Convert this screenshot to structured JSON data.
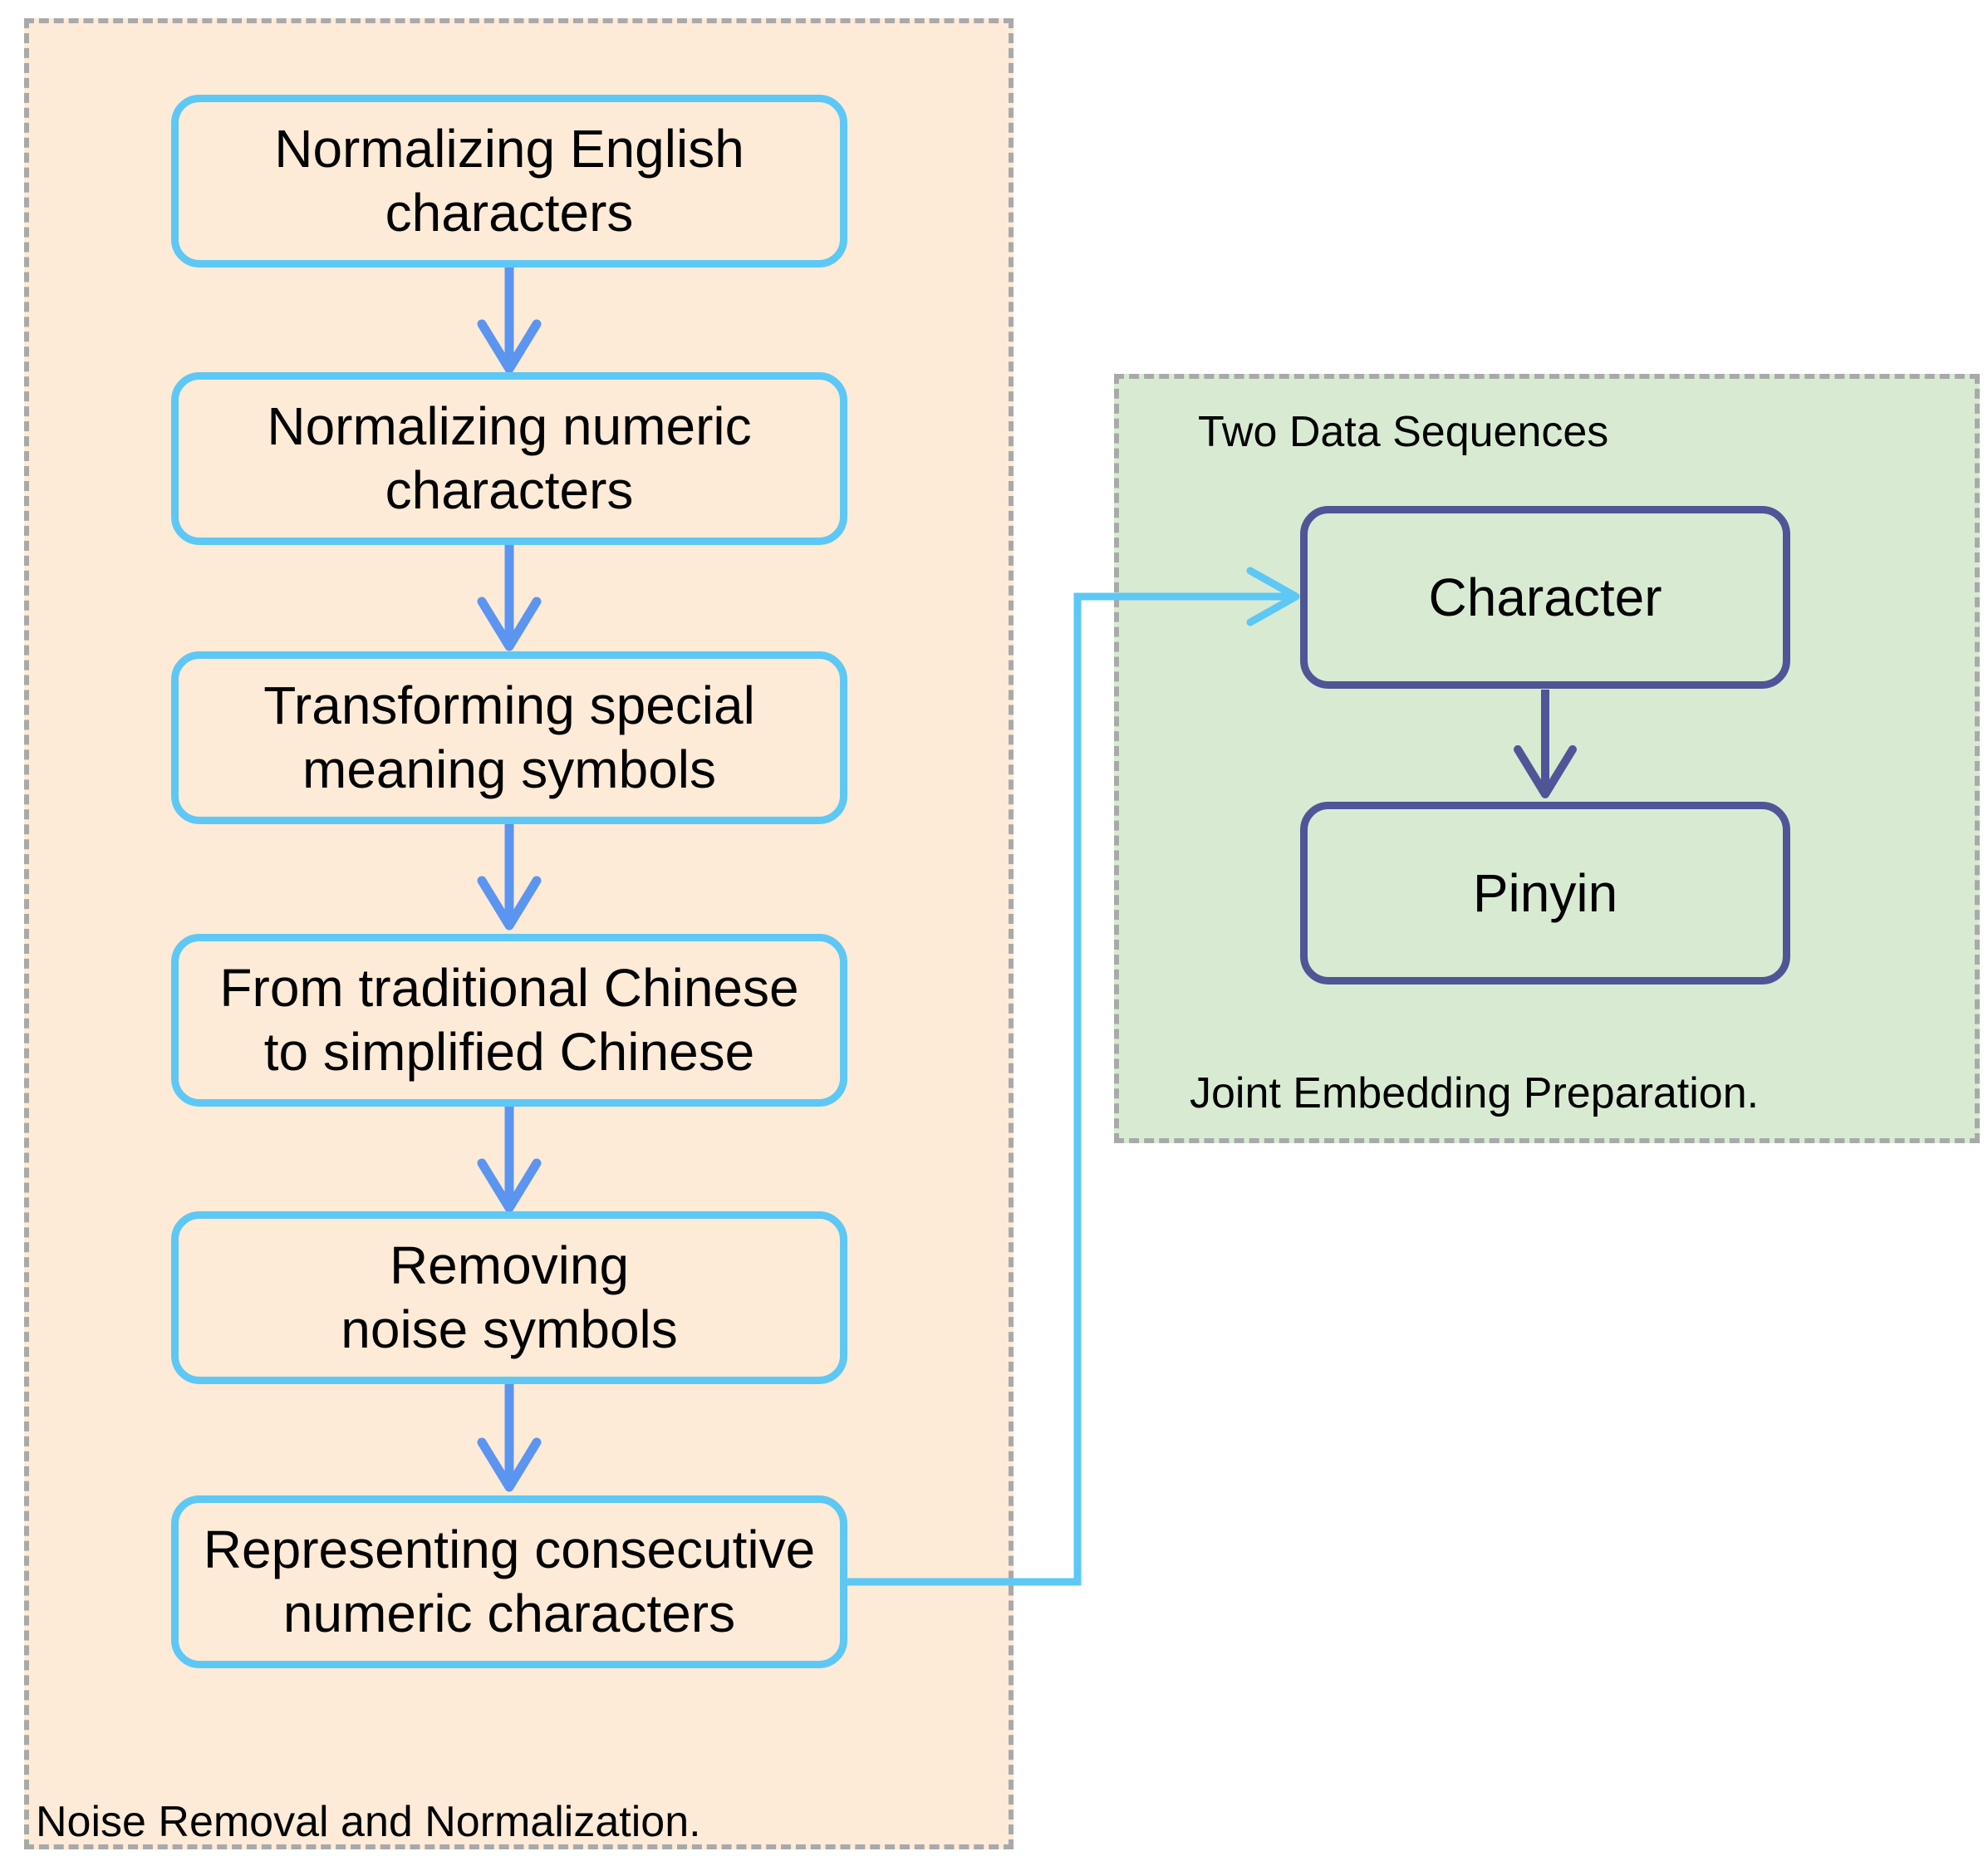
{
  "colors": {
    "left_panel_fill": "#fdebd7",
    "right_panel_fill": "#d9ead3",
    "panel_border": "#a9a9a9",
    "step_border": "#5dc8f5",
    "step_arrow": "#5b95f0",
    "sequence_border": "#4f5596"
  },
  "left_panel": {
    "label": "Noise Removal and Normalization.",
    "steps": [
      "Normalizing English\ncharacters",
      "Normalizing numeric\ncharacters",
      "Transforming special\nmeaning symbols",
      "From traditional Chinese\nto simplified Chinese",
      "Removing\nnoise symbols",
      "Representing consecutive\nnumeric characters"
    ]
  },
  "right_panel": {
    "title": "Two Data Sequences",
    "label": "Joint Embedding Preparation.",
    "sequences": [
      "Character",
      "Pinyin"
    ]
  }
}
